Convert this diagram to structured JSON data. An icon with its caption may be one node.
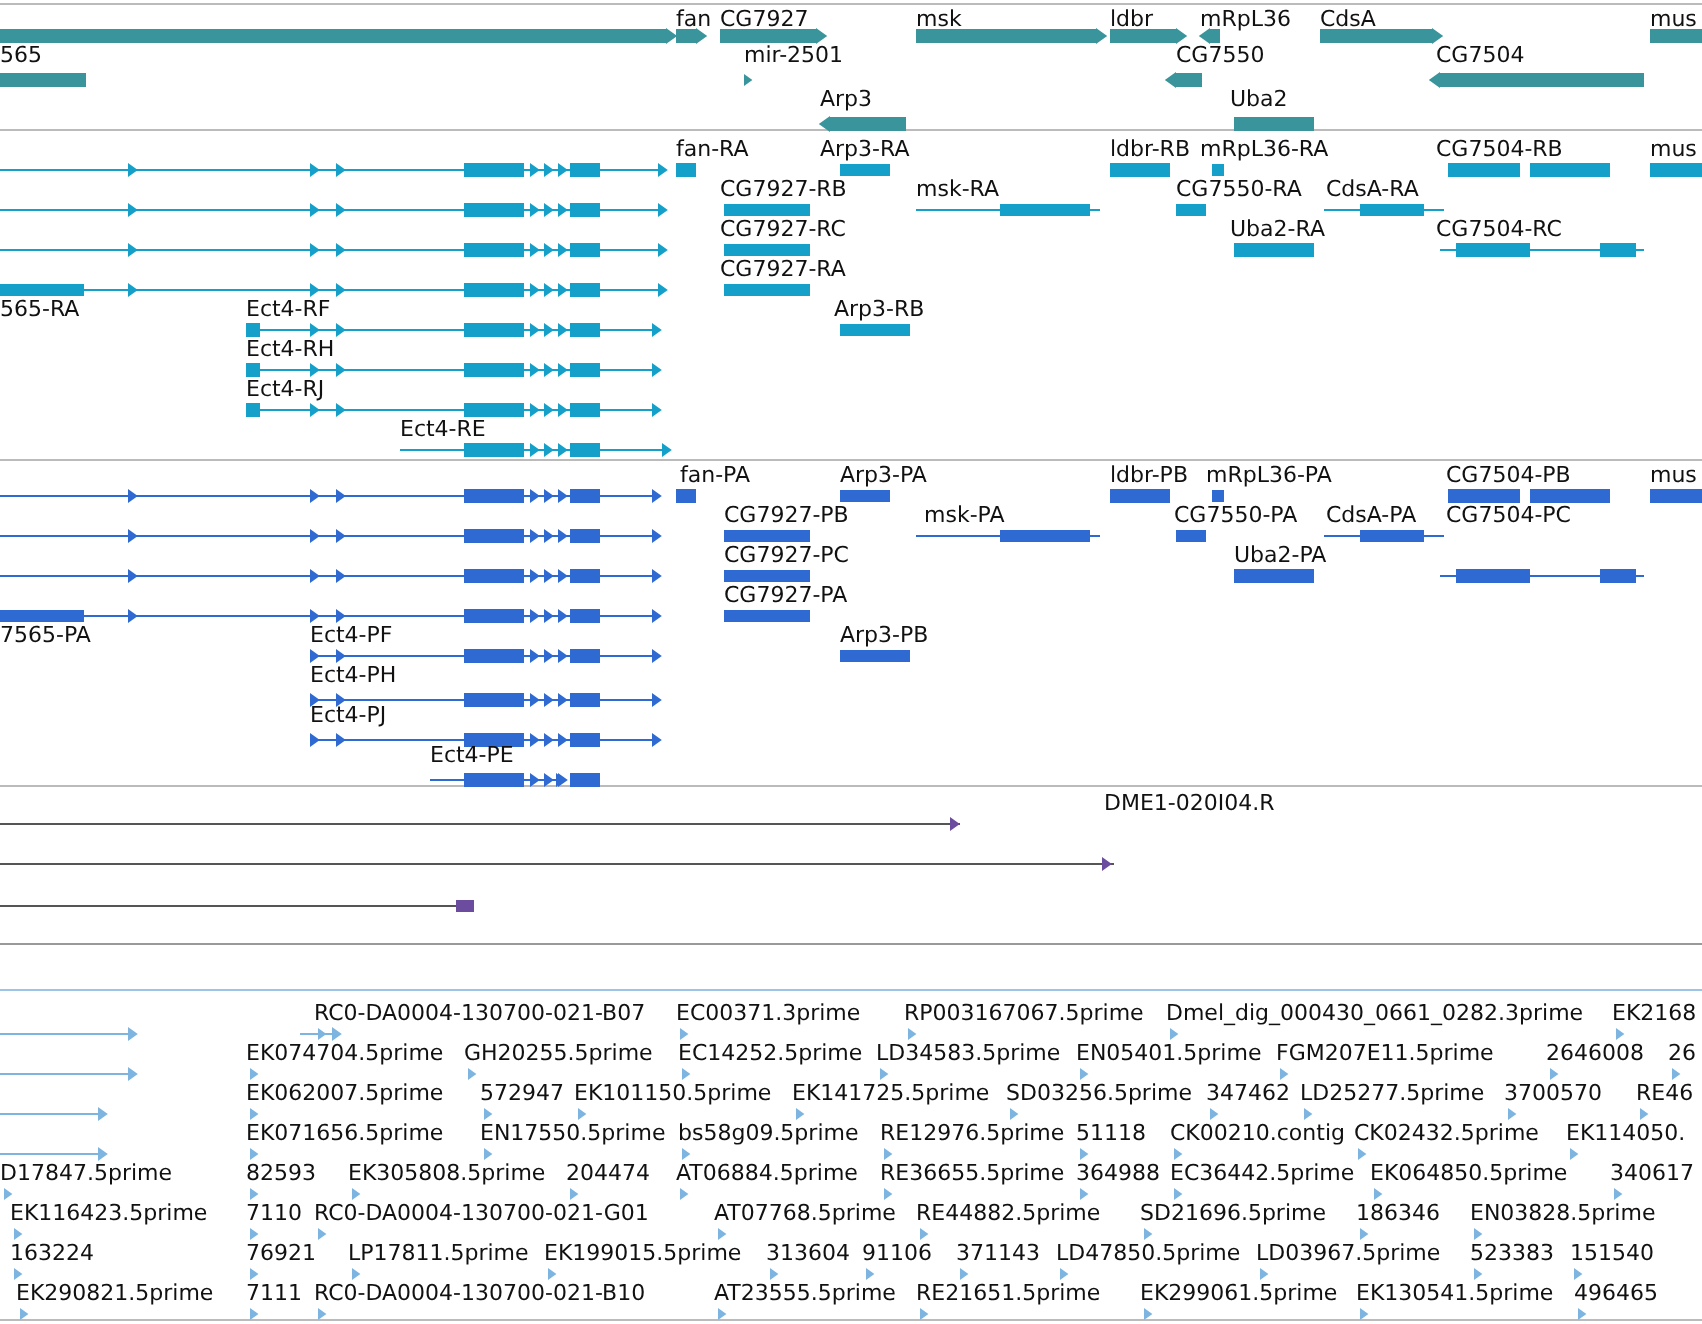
{
  "diagram": {
    "labels": [
      "fan",
      "CG7927",
      "msk",
      "ldbr",
      "mRpL36",
      "CdsA",
      "mus",
      "565",
      "mir-2501",
      "CG7550",
      "CG7504",
      "Arp3",
      "Uba2",
      "fan-RA",
      "Arp3-RA",
      "ldbr-RB",
      "mRpL36-RA",
      "CG7504-RB",
      "mus",
      "CG7927-RB",
      "msk-RA",
      "CG7550-RA",
      "CdsA-RA",
      "CG7927-RC",
      "Uba2-RA",
      "CG7504-RC",
      "CG7927-RA",
      "565-RA",
      "Ect4-RF",
      "Arp3-RB",
      "Ect4-RH",
      "Ect4-RJ",
      "Ect4-RE",
      "fan-PA",
      "Arp3-PA",
      "ldbr-PB",
      "mRpL36-PA",
      "CG7504-PB",
      "mus",
      "CG7927-PB",
      "msk-PA",
      "CG7550-PA",
      "CdsA-PA",
      "CG7504-PC",
      "CG7927-PC",
      "Uba2-PA",
      "CG7927-PA",
      "7565-PA",
      "Ect4-PF",
      "Arp3-PB",
      "Ect4-PH",
      "Ect4-PJ",
      "Ect4-PE",
      "DME1-020I04.R",
      "RC0-DA0004-130700-021-B07",
      "EC00371.3prime",
      "RP003167067.5prime",
      "Dmel_dig_000430_0661_0282.3prime",
      "EK2168",
      "EK074704.5prime",
      "GH20255.5prime",
      "EC14252.5prime",
      "LD34583.5prime",
      "EN05401.5prime",
      "FGM207E11.5prime",
      "2646008",
      "26",
      "EK062007.5prime",
      "572947",
      "EK101150.5prime",
      "EK141725.5prime",
      "SD03256.5prime",
      "347462",
      "LD25277.5prime",
      "3700570",
      "RE46",
      "EK071656.5prime",
      "EN17550.5prime",
      "bs58g09.5prime",
      "RE12976.5prime",
      "51118",
      "CK00210.contig",
      "CK02432.5prime",
      "EK114050.",
      "D17847.5prime",
      "82593",
      "EK305808.5prime",
      "204474",
      "AT06884.5prime",
      "RE36655.5prime",
      "364988",
      "EC36442.5prime",
      "EK064850.5prime",
      "340617",
      "EK116423.5prime",
      "7110",
      "RC0-DA0004-130700-021-G01",
      "AT07768.5prime",
      "RE44882.5prime",
      "SD21696.5prime",
      "186346",
      "EN03828.5prime",
      "163224",
      "76921",
      "LP17811.5prime",
      "EK199015.5prime",
      "313604",
      "91106",
      "371143",
      "LD47850.5prime",
      "LD03967.5prime",
      "523383",
      "151540",
      "EK290821.5prime",
      "7111",
      "RC0-DA0004-130700-021-B10",
      "AT23555.5prime",
      "RE21651.5prime",
      "EK299061.5prime",
      "EK130541.5prime",
      "496465"
    ]
  }
}
